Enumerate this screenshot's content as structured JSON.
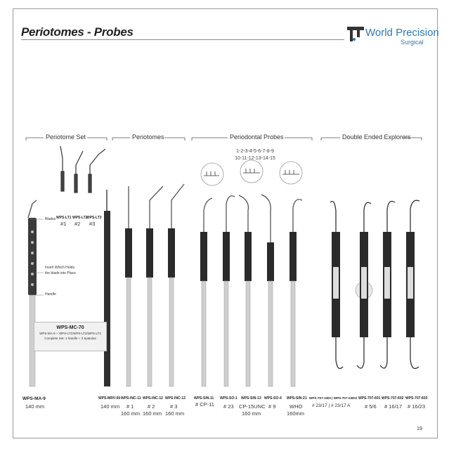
{
  "header": {
    "title": "Periotomes - Probes",
    "logo_word1": "World",
    "logo_word2": "Precision",
    "logo_sub": "Surgical"
  },
  "sections": {
    "periotome_set": "Periotome Set",
    "periotomes": "Periotomes",
    "probes": "Periodontal Probes",
    "explorers": "Double Ended Explorers"
  },
  "scale": {
    "line1": "1-2-3-4-5-6-7-8-9",
    "line2": "10-11-12-13-14-15"
  },
  "set": {
    "blades_label": "Blades",
    "blade_codes": [
      "WPS-LT1",
      "WPS-LT2",
      "WPS-LT3"
    ],
    "blade_nums": [
      "#1",
      "#2",
      "#3"
    ],
    "insert_label_1": "Insert Which Holds",
    "insert_label_2": "the blade into Place",
    "handle_label": "Handle",
    "kit_title": "WPS-MC-70",
    "kit_line1": "WPS-MA-9 + WPS-LT1/WPS-LT2/WPS-LT3",
    "kit_line2": "Complete Set: 1 handle + 3 Spatulas",
    "handle_code": "WPS-MA-9",
    "handle_size": "140 mm"
  },
  "instruments": [
    {
      "code": "WPS-MRV-09",
      "num": "140 mm",
      "size": ""
    },
    {
      "code": "WPS-INC-11",
      "num": "# 1",
      "size": "160 mm"
    },
    {
      "code": "WPS-INC-12",
      "num": "# 2",
      "size": "160 mm"
    },
    {
      "code": "WPS-INC-13",
      "num": "# 3",
      "size": "160 mm"
    },
    {
      "code": "WPS-SIN-11",
      "num": "# CP-11",
      "size": ""
    },
    {
      "code": "WPS-SO-1",
      "num": "# 23",
      "size": ""
    },
    {
      "code": "WPS-SIN-13",
      "num": "CP-15UNC",
      "size": "160 mm"
    },
    {
      "code": "WPS-SO-4",
      "num": "# 9",
      "size": ""
    },
    {
      "code": "WPS-SIN-21",
      "num": "WHO",
      "size": "160mm"
    },
    {
      "code": "WPS-707-23DI | WPS-707-23DI2",
      "num": "# 23/17 | # 23/17 A",
      "size": ""
    },
    {
      "code": "WPS-707-601",
      "num": "# 5/6",
      "size": ""
    },
    {
      "code": "WPS-707-602",
      "num": "# 16/17",
      "size": ""
    },
    {
      "code": "WPS-707-603",
      "num": "# 16/23",
      "size": ""
    }
  ],
  "page_number": "19",
  "colors": {
    "brand": "#2f79ad",
    "handle_dark": "#2b2b2b",
    "steel": "#c8c8c8"
  }
}
